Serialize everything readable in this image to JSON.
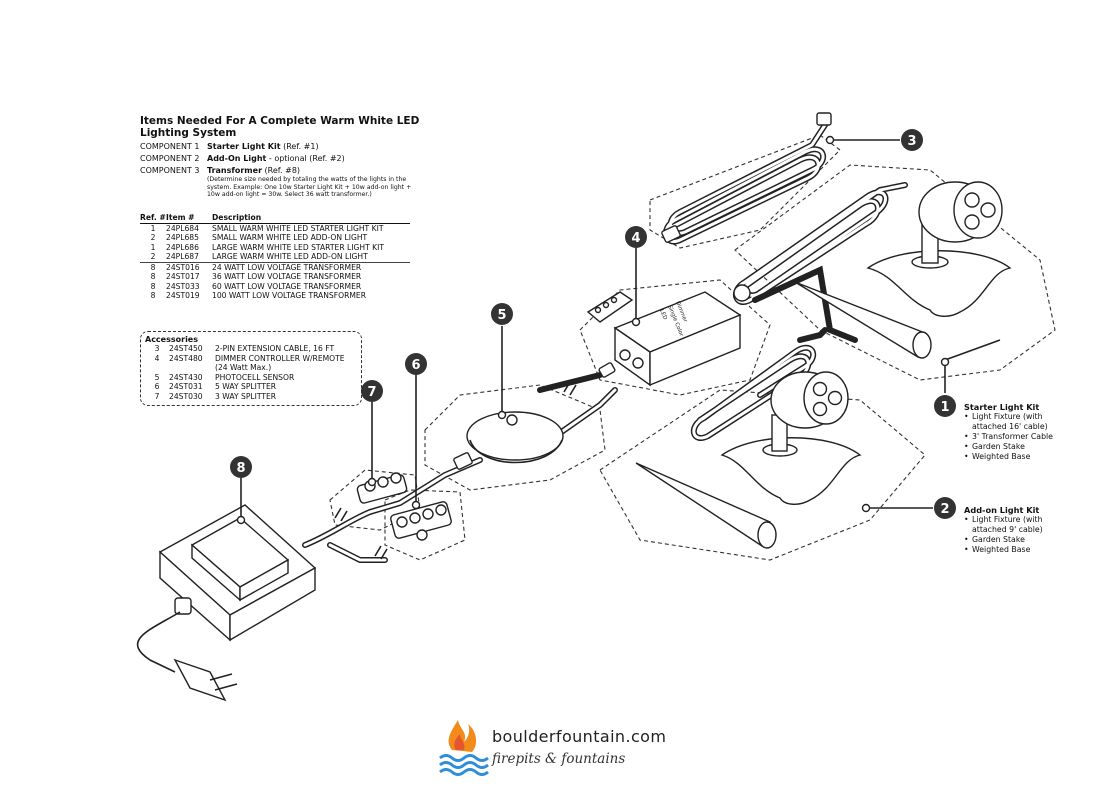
{
  "header": {
    "title": "Items Needed For A Complete Warm White LED Lighting System"
  },
  "components": [
    {
      "key": "COMPONENT 1",
      "name": "Starter Light Kit",
      "suffix": " (Ref. #1)"
    },
    {
      "key": "COMPONENT 2",
      "name": "Add-On Light",
      "suffix": " - optional (Ref. #2)"
    },
    {
      "key": "COMPONENT 3",
      "name": "Transformer",
      "suffix": " (Ref. #8)"
    }
  ],
  "component_note": "(Determine size needed by totaling the watts of the lights in the system.  Example: One 10w Starter  Light Kit + 10w add-on light + 10w add-on light = 30w. Select 36 watt transformer.)",
  "parts_table": {
    "headers": [
      "Ref. #",
      "Item #",
      "Description"
    ],
    "group1": [
      [
        "1",
        "24PL684",
        "SMALL WARM WHITE LED STARTER LIGHT KIT"
      ],
      [
        "2",
        "24PL685",
        "SMALL WARM WHITE LED ADD-ON LIGHT"
      ],
      [
        "1",
        "24PL686",
        "LARGE WARM WHITE LED STARTER LIGHT KIT"
      ],
      [
        "2",
        "24PL687",
        "LARGE WARM WHITE LED ADD-ON LIGHT"
      ]
    ],
    "group2": [
      [
        "8",
        "24ST016",
        "24 WATT LOW VOLTAGE TRANSFORMER"
      ],
      [
        "8",
        "24ST017",
        "36 WATT LOW VOLTAGE TRANSFORMER"
      ],
      [
        "8",
        "24ST033",
        "60 WATT LOW VOLTAGE TRANSFORMER"
      ],
      [
        "8",
        "24ST019",
        "100 WATT LOW VOLTAGE TRANSFORMER"
      ]
    ]
  },
  "accessories": {
    "title": "Accessories",
    "rows": [
      [
        "3",
        "24ST450",
        "2-PIN EXTENSION CABLE, 16 FT"
      ],
      [
        "4",
        "24ST480",
        "DIMMER CONTROLLER W/REMOTE"
      ],
      [
        "",
        "",
        "(24 Watt Max.)"
      ],
      [
        "5",
        "24ST430",
        "PHOTOCELL SENSOR"
      ],
      [
        "6",
        "24ST031",
        "5 WAY SPLITTER"
      ],
      [
        "7",
        "24ST030",
        "3 WAY SPLITTER"
      ]
    ]
  },
  "callouts": {
    "numbers": [
      "1",
      "2",
      "3",
      "4",
      "5",
      "6",
      "7",
      "8"
    ],
    "starter": {
      "title": "Starter Light Kit",
      "items": [
        "Light Fixture (with",
        "attached 16' cable)",
        "3' Transformer Cable",
        "Garden Stake",
        "Weighted Base"
      ]
    },
    "addon": {
      "title": "Add-on Light Kit",
      "items": [
        "Light Fixture (with",
        "attached 9' cable)",
        "Garden Stake",
        "Weighted Base"
      ]
    }
  },
  "dimmer_label": [
    "LED",
    "Single Color",
    "Dimmer"
  ],
  "logo": {
    "main": "boulderfountain.com",
    "sub": "firepits & fountains"
  },
  "colors": {
    "ink": "#222222",
    "callout": "#333333",
    "flame_orange": "#f28a1c",
    "flame_red": "#e4572e",
    "water_blue": "#2e8fd8"
  }
}
